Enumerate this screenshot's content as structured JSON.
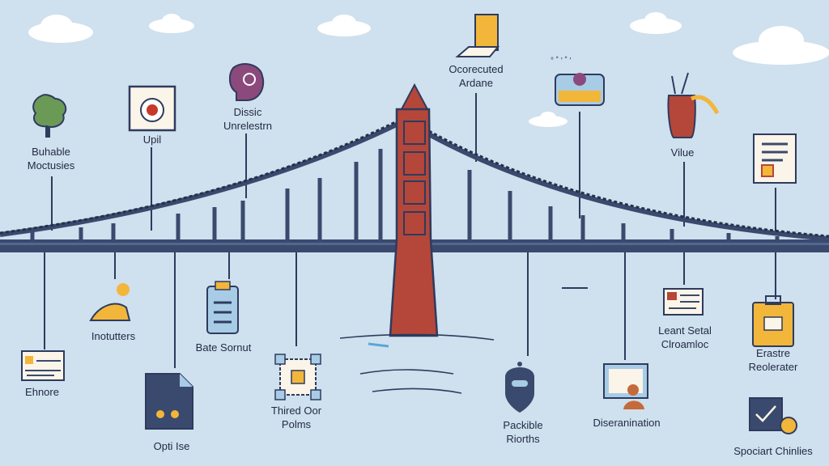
{
  "colors": {
    "sky": "#cfe0ee",
    "bridge": "#3a4a6e",
    "tower": "#b4473a",
    "water": "#5aa6d6",
    "accent_yellow": "#f2b63a"
  },
  "labels": {
    "bulkable": [
      "Buhable",
      "Moctusies"
    ],
    "upil": [
      "Upil"
    ],
    "dissic": [
      "Dissic",
      "Unrelestrn"
    ],
    "ocorecuted": [
      "Ocorecuted",
      "Ardane"
    ],
    "value": [
      "Vilue"
    ],
    "inotutters": [
      "Inotutters"
    ],
    "bate": [
      "Bate Sornut"
    ],
    "ehnore": [
      "Ehnore"
    ],
    "thired": [
      "Thired Oor",
      "Polms"
    ],
    "optise": [
      "Opti Ise"
    ],
    "packible": [
      "Packible",
      "Riorths"
    ],
    "diserannation": [
      "Diseranination"
    ],
    "leant": [
      "Leant Setal",
      "Clroamloc"
    ],
    "erastre": [
      "Erastre",
      "Reolerater"
    ],
    "spociart": [
      "Spociart Chinlies"
    ]
  },
  "icons": [
    "tree-icon",
    "gauge-icon",
    "head-icon",
    "document-icon",
    "computer-icon",
    "plant-pot-icon",
    "checklist-icon",
    "person-icon",
    "clipboard-icon",
    "map-card-icon",
    "network-icon",
    "file-icon",
    "chat-bot-icon",
    "monitor-person-icon",
    "browser-card-icon",
    "briefcase-icon",
    "badge-icon"
  ]
}
